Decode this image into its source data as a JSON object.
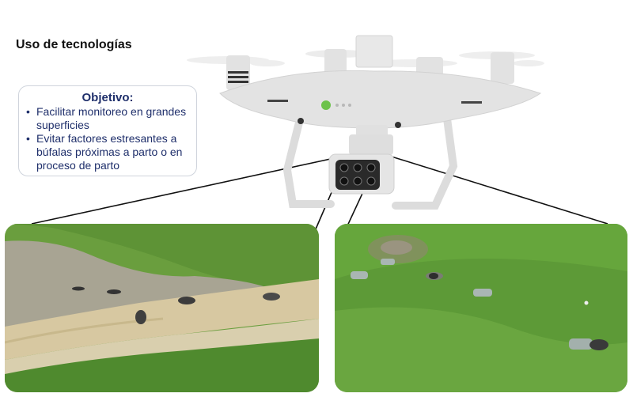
{
  "slide": {
    "title": "Uso de tecnologías"
  },
  "objective": {
    "heading": "Objetivo:",
    "items": [
      "Facilitar monitoreo en grandes superficies",
      "Evitar factores estresantes a búfalas próximas a parto o en proceso de parto"
    ]
  },
  "colors": {
    "heading_text": "#1f2f6b",
    "drone_body": "#e3e3e3",
    "drone_led": "#6cc24a",
    "grass": "#5f9a3a",
    "water": "#a6a291"
  },
  "images": {
    "drone": "drone-with-multispectral-camera",
    "left_photo": "aerial-view-buffaloes-near-pond",
    "right_photo": "aerial-view-grass-field-buffalo"
  }
}
